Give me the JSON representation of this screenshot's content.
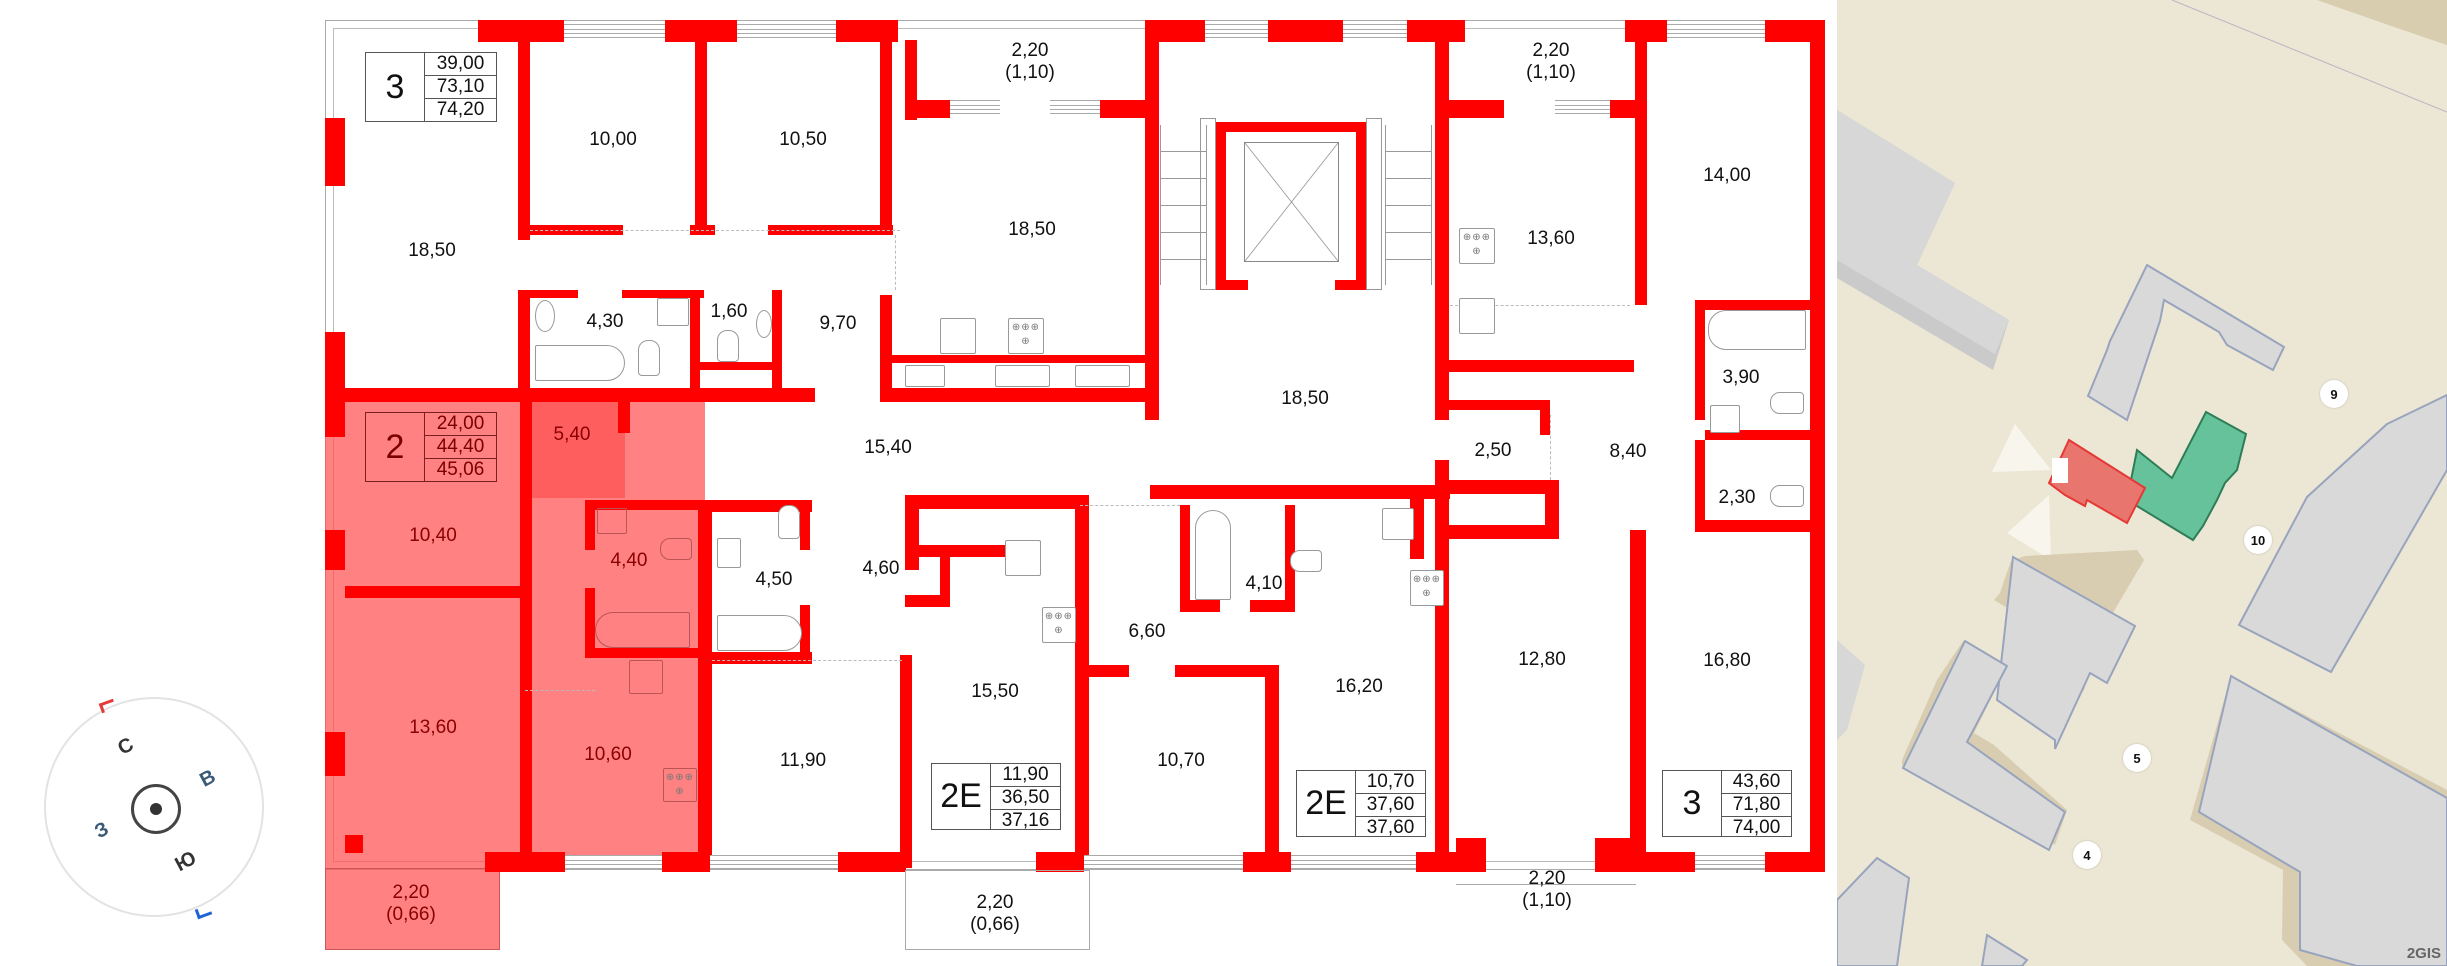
{
  "floor_plan": {
    "apartments": [
      {
        "id": "apt-3-top-left",
        "rooms": "3",
        "living": "39,00",
        "total": "73,10",
        "total_with_balcony": "74,20",
        "selected": false
      },
      {
        "id": "apt-2-selected",
        "rooms": "2",
        "living": "24,00",
        "total": "44,40",
        "total_with_balcony": "45,06",
        "selected": true
      },
      {
        "id": "apt-2e-left",
        "rooms": "2E",
        "living": "11,90",
        "total": "36,50",
        "total_with_balcony": "37,16",
        "selected": false
      },
      {
        "id": "apt-2e-right",
        "rooms": "2E",
        "living": "10,70",
        "total": "37,60",
        "total_with_balcony": "37,60",
        "selected": false
      },
      {
        "id": "apt-3-right",
        "rooms": "3",
        "living": "43,60",
        "total": "71,80",
        "total_with_balcony": "74,00",
        "selected": false
      }
    ],
    "rooms": {
      "r1850_left": "18,50",
      "r1000": "10,00",
      "r1050": "10,50",
      "balcony_top_1": "2,20",
      "balcony_top_1_sub": "(1,10)",
      "r1850_kitchen": "18,50",
      "r430": "4,30",
      "r160": "1,60",
      "r970": "9,70",
      "r1850_hall": "18,50",
      "balcony_top_2": "2,20",
      "balcony_top_2_sub": "(1,10)",
      "r1360_kitchen": "13,60",
      "r1400": "14,00",
      "r390": "3,90",
      "r250": "2,50",
      "r840": "8,40",
      "r230": "2,30",
      "r540": "5,40",
      "r1540": "15,40",
      "r1040": "10,40",
      "r440": "4,40",
      "r450": "4,50",
      "r460": "4,60",
      "r410": "4,10",
      "r660": "6,60",
      "r1360": "13,60",
      "r1060": "10,60",
      "r1190": "11,90",
      "r1550": "15,50",
      "r1070": "10,70",
      "r1620": "16,20",
      "r1280": "12,80",
      "r1680": "16,80",
      "balcony_bl": "2,20",
      "balcony_bl_sub": "(0,66)",
      "balcony_bm": "2,20",
      "balcony_bm_sub": "(0,66)",
      "balcony_br": "2,20",
      "balcony_br_sub": "(1,10)"
    },
    "colors": {
      "wall": "#ff0000",
      "selected_fill": "#ff7f7f",
      "selected_text": "#8b0000"
    }
  },
  "compass": {
    "north": "С",
    "east": "В",
    "south": "Ю",
    "west": "З",
    "north_marker_color": "#e53935",
    "south_marker_color": "#1e63d6"
  },
  "map": {
    "pins": [
      "9",
      "10",
      "5",
      "4"
    ],
    "attribution": "2GIS",
    "colors": {
      "ground": "#ece6d4",
      "building": "#d9d9d9",
      "selected_section": "#e8766f",
      "house_highlight": "#66c29a"
    }
  }
}
